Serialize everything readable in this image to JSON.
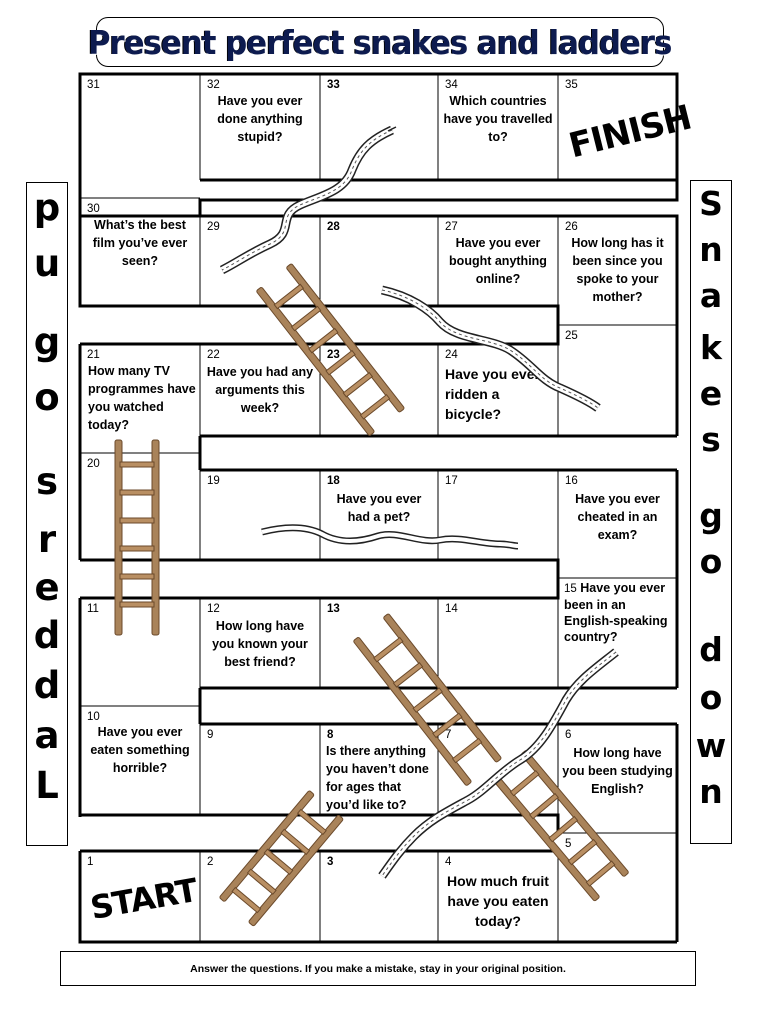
{
  "title": "Present perfect snakes and ladders",
  "left_banner": [
    "p",
    "u",
    "g",
    "o",
    "s",
    "r",
    "e",
    "d",
    "d",
    "a",
    "L"
  ],
  "right_banner": [
    "S",
    "n",
    "a",
    "k",
    "e",
    "s",
    "g",
    "o",
    "d",
    "o",
    "w",
    "n"
  ],
  "start_label": "START",
  "finish_label": "FINISH",
  "footer": "Answer the questions.  If you make a mistake, stay in your original position.",
  "squares": [
    {
      "n": "1",
      "text": ""
    },
    {
      "n": "2",
      "text": ""
    },
    {
      "n": "3",
      "text": ""
    },
    {
      "n": "4",
      "text": "How much fruit have you eaten today?"
    },
    {
      "n": "5",
      "text": ""
    },
    {
      "n": "6",
      "text": "How long have you been studying English?"
    },
    {
      "n": "7",
      "text": ""
    },
    {
      "n": "8",
      "text": "Is there anything you haven’t done for ages that you’d like to?"
    },
    {
      "n": "9",
      "text": ""
    },
    {
      "n": "10",
      "text": "Have you ever eaten something horrible?"
    },
    {
      "n": "11",
      "text": ""
    },
    {
      "n": "12",
      "text": "How long have you known your best friend?"
    },
    {
      "n": "13",
      "text": ""
    },
    {
      "n": "14",
      "text": ""
    },
    {
      "n": "15",
      "text": "Have you ever been in an English-speaking country?"
    },
    {
      "n": "16",
      "text": "Have you ever cheated in an exam?"
    },
    {
      "n": "17",
      "text": ""
    },
    {
      "n": "18",
      "text": "Have you ever had a pet?"
    },
    {
      "n": "19",
      "text": ""
    },
    {
      "n": "20",
      "text": ""
    },
    {
      "n": "21",
      "text": "How many TV programmes have you watched today?"
    },
    {
      "n": "22",
      "text": "Have you had any arguments this week?"
    },
    {
      "n": "23",
      "text": ""
    },
    {
      "n": "24",
      "text": "Have you ever ridden a bicycle?"
    },
    {
      "n": "25",
      "text": ""
    },
    {
      "n": "26",
      "text": "How long has it been since you spoke to your mother?"
    },
    {
      "n": "27",
      "text": "Have you ever bought anything online?"
    },
    {
      "n": "28",
      "text": ""
    },
    {
      "n": "29",
      "text": ""
    },
    {
      "n": "30",
      "text": "What’s the best film you’ve ever seen?"
    },
    {
      "n": "31",
      "text": ""
    },
    {
      "n": "32",
      "text": "Have you ever done anything stupid?"
    },
    {
      "n": "33",
      "text": ""
    },
    {
      "n": "34",
      "text": "Which countries have you travelled to?"
    },
    {
      "n": "35",
      "text": ""
    }
  ]
}
